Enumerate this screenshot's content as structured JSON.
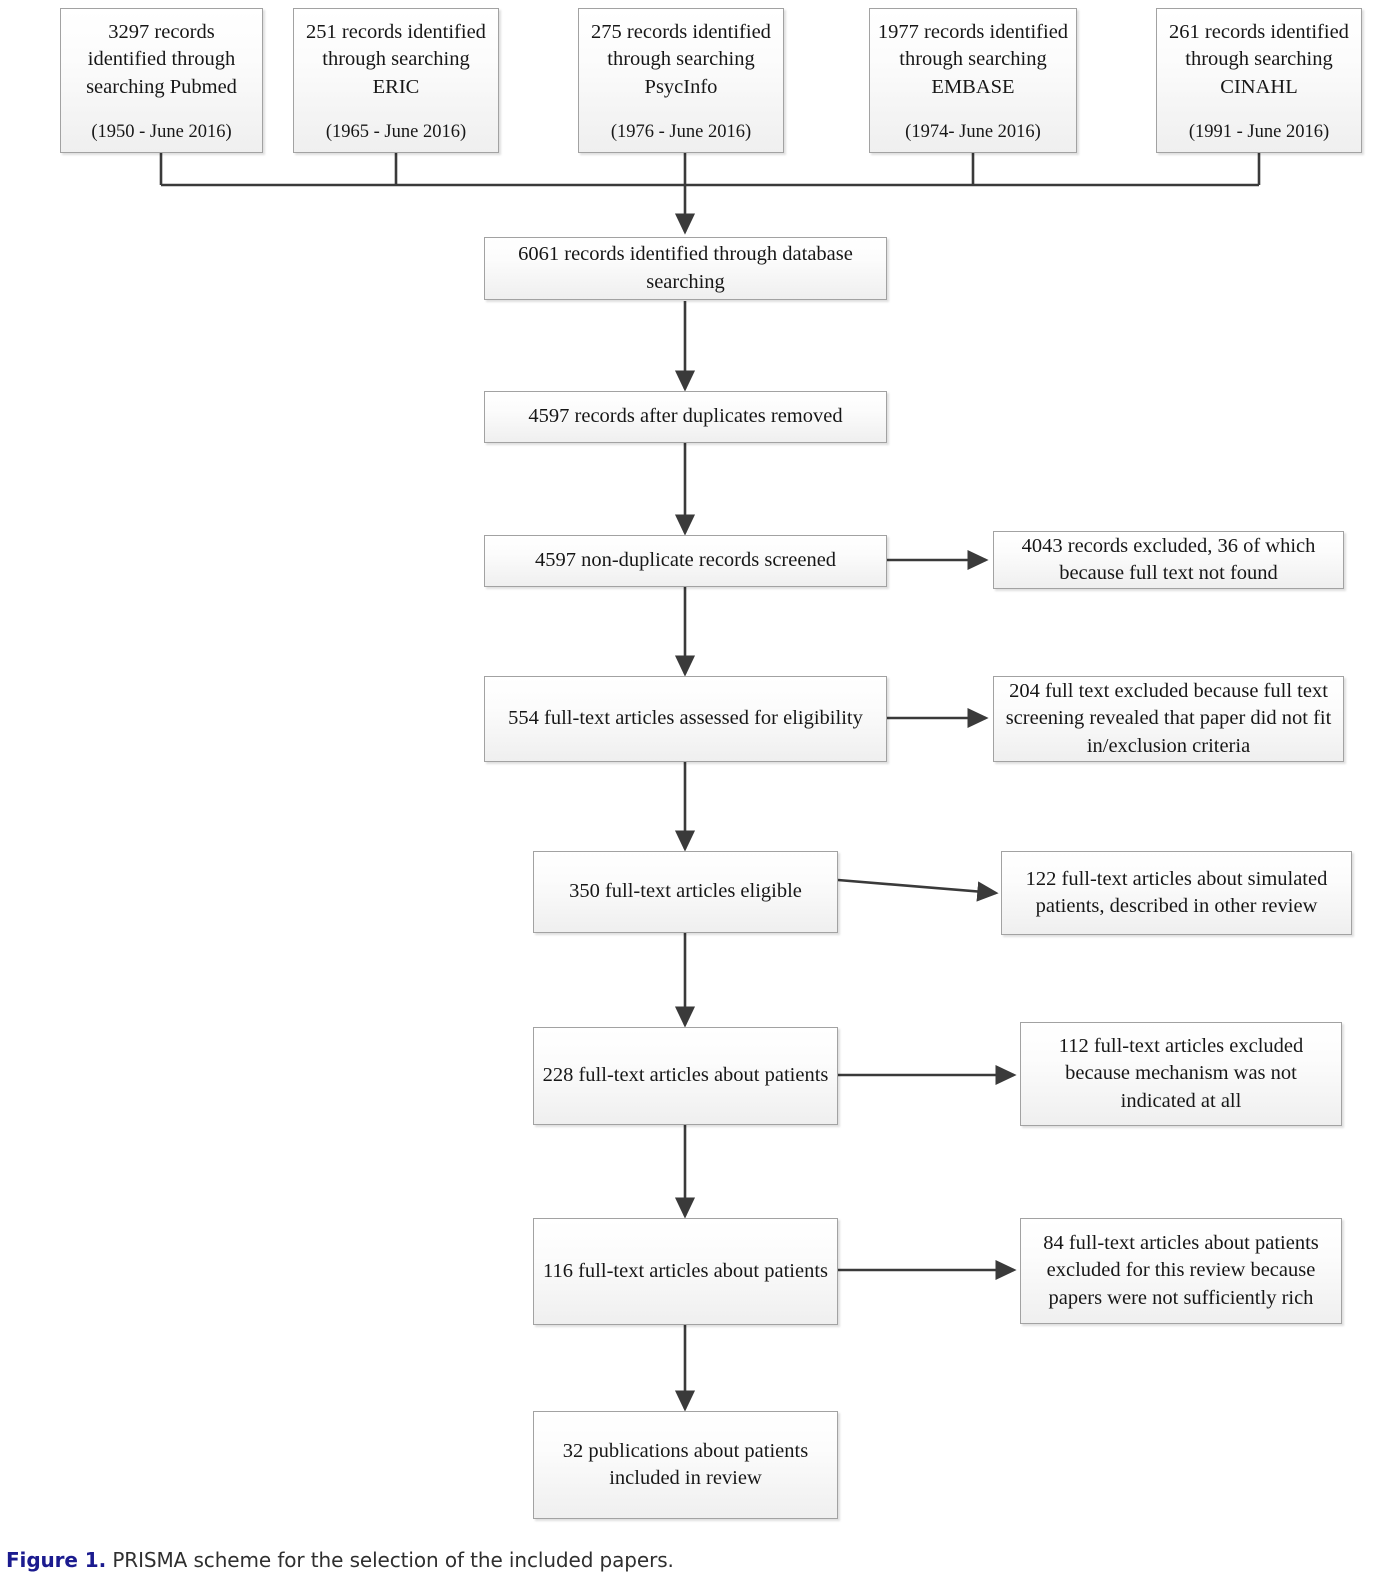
{
  "figure": {
    "number_label": "Figure 1.",
    "caption_text": "PRISMA scheme for the selection of the included papers.",
    "accent_color": "#1b1b8f",
    "box_border_color": "#a2a2a2",
    "connector_color": "#3a3a3a"
  },
  "sources": [
    {
      "title": "3297 records identified through searching Pubmed",
      "years": "(1950 - June 2016)"
    },
    {
      "title": "251 records identified through searching ERIC",
      "years": "(1965 - June 2016)"
    },
    {
      "title": "275 records identified through searching PsycInfo",
      "years": "(1976 - June 2016)"
    },
    {
      "title": "1977 records identified through searching EMBASE",
      "years": "(1974- June 2016)"
    },
    {
      "title": "261 records identified through searching CINAHL",
      "years": "(1991 - June 2016)"
    }
  ],
  "flow": [
    {
      "id": "identified",
      "text": "6061 records identified through database searching"
    },
    {
      "id": "deduplicated",
      "text": "4597 records after duplicates removed"
    },
    {
      "id": "screened",
      "text": "4597 non-duplicate records screened"
    },
    {
      "id": "assessed",
      "text": "554 full-text articles assessed for eligibility"
    },
    {
      "id": "eligible",
      "text": "350 full-text articles eligible"
    },
    {
      "id": "about-patients-228",
      "text": "228 full-text articles about patients"
    },
    {
      "id": "about-patients-116",
      "text": "116 full-text articles about patients"
    },
    {
      "id": "included",
      "text": "32 publications about patients included in review"
    }
  ],
  "exclusions": [
    {
      "id": "excluded-4043",
      "text": "4043 records excluded, 36 of which because full text not found"
    },
    {
      "id": "excluded-204",
      "text": "204 full text excluded because full text screening revealed that paper did not fit in/exclusion criteria"
    },
    {
      "id": "excluded-122",
      "text": "122 full-text articles about simulated patients, described in other review"
    },
    {
      "id": "excluded-112",
      "text": "112 full-text articles excluded because mechanism was not indicated at all"
    },
    {
      "id": "excluded-84",
      "text": "84 full-text articles about patients excluded for this review because papers were not sufficiently rich"
    }
  ],
  "chart_data": {
    "type": "diagram",
    "title": "PRISMA scheme for the selection of the included papers",
    "stages": [
      {
        "stage": "Pubmed search",
        "count": 3297
      },
      {
        "stage": "ERIC search",
        "count": 251
      },
      {
        "stage": "PsycInfo search",
        "count": 275
      },
      {
        "stage": "EMBASE search",
        "count": 1977
      },
      {
        "stage": "CINAHL search",
        "count": 261
      },
      {
        "stage": "Records identified through database searching",
        "count": 6061
      },
      {
        "stage": "Records after duplicates removed",
        "count": 4597
      },
      {
        "stage": "Non-duplicate records screened",
        "count": 4597
      },
      {
        "stage": "Records excluded",
        "count": 4043
      },
      {
        "stage": "Full-text articles assessed for eligibility",
        "count": 554
      },
      {
        "stage": "Full text excluded (criteria)",
        "count": 204
      },
      {
        "stage": "Full-text articles eligible",
        "count": 350
      },
      {
        "stage": "Simulated patients, other review",
        "count": 122
      },
      {
        "stage": "Full-text articles about patients",
        "count": 228
      },
      {
        "stage": "Excluded, mechanism not indicated",
        "count": 112
      },
      {
        "stage": "Full-text articles about patients",
        "count": 116
      },
      {
        "stage": "Excluded, papers not sufficiently rich",
        "count": 84
      },
      {
        "stage": "Publications about patients included in review",
        "count": 32
      }
    ]
  }
}
